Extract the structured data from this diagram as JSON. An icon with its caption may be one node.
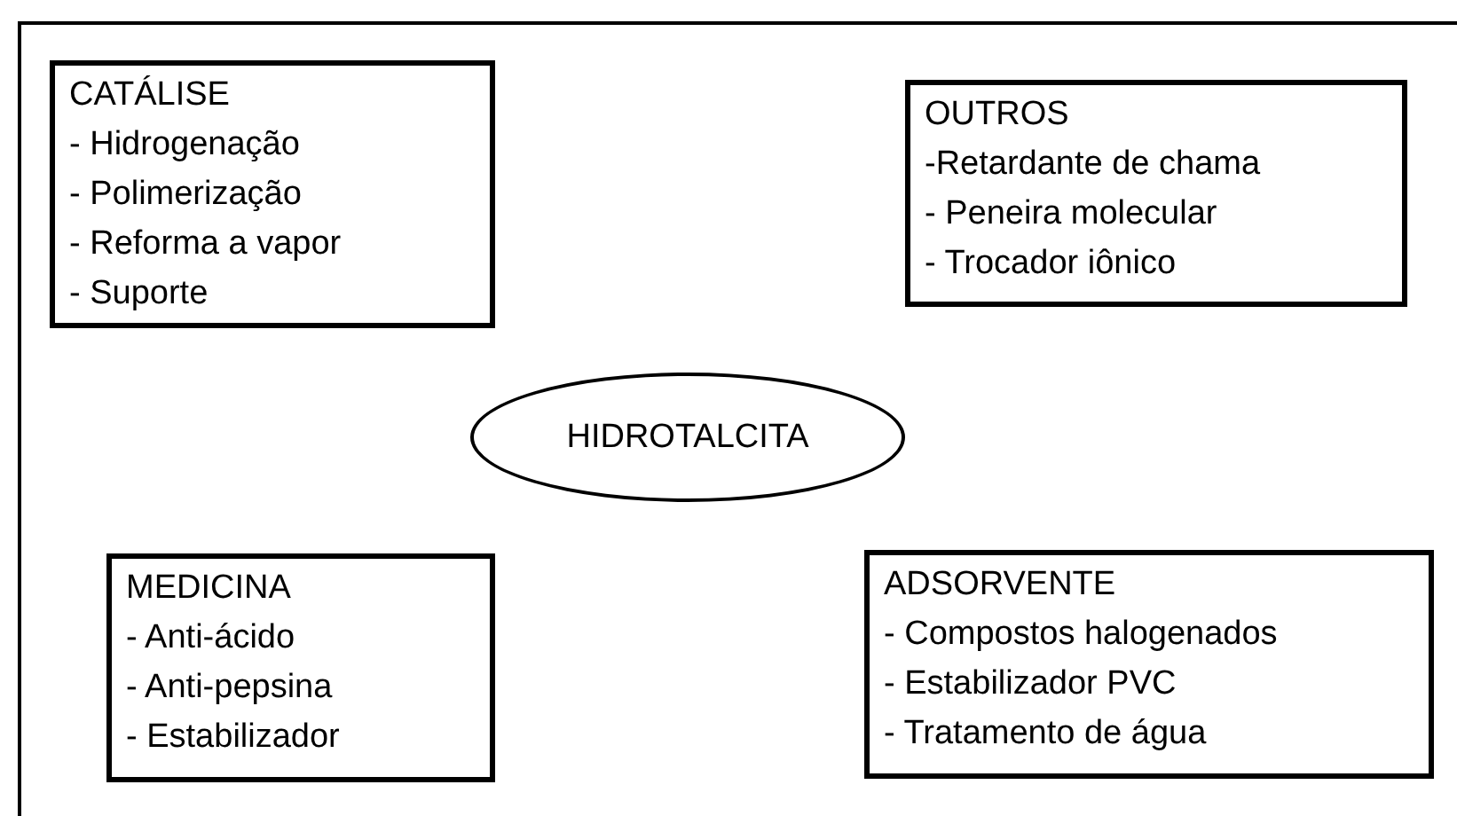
{
  "diagram": {
    "nodes": [
      {
        "text": [
          "CATÁLISE",
          "- Hidrogenação",
          "- Polimerização",
          "- Reforma a vapor",
          "- Suporte"
        ]
      },
      {
        "text": [
          "OUTROS",
          "-Retardante de chama",
          "- Peneira molecular",
          "- Trocador iônico"
        ]
      },
      {
        "text": [
          "HIDROTALCITA"
        ]
      },
      {
        "text": [
          "MEDICINA",
          "- Anti-ácido",
          "- Anti-pepsina",
          "- Estabilizador"
        ]
      },
      {
        "text": [
          "ADSORVENTE",
          "- Compostos halogenados",
          "- Estabilizador PVC",
          "- Tratamento de água"
        ]
      }
    ]
  }
}
